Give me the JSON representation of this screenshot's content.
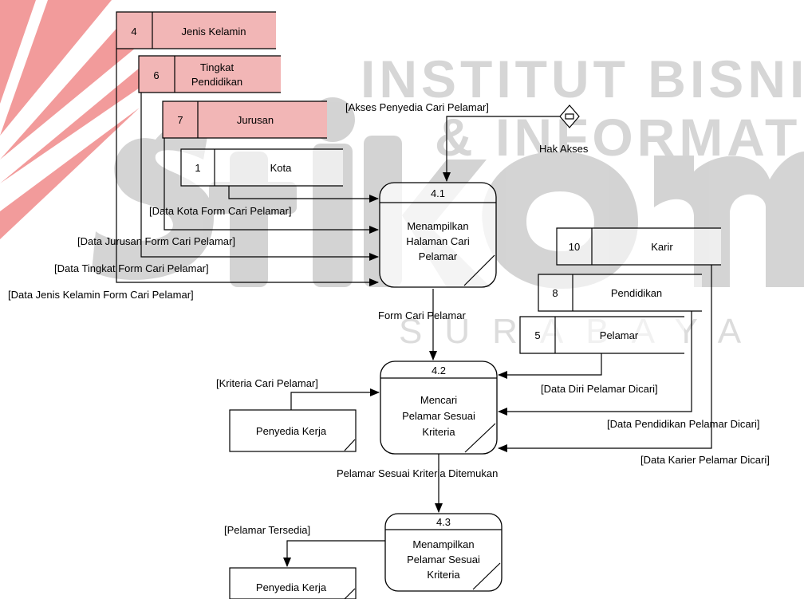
{
  "watermark": {
    "line1": "INSTITUT BISNIS",
    "line2": "& INFORMATIKA",
    "logo": "stikom",
    "city": "SURABAYA",
    "accent": "#f08a8a",
    "grey": "#c8c8c8"
  },
  "data_stores": [
    {
      "id": "4",
      "name": "Jenis Kelamin"
    },
    {
      "id": "6",
      "name_line1": "Tingkat",
      "name_line2": "Pendidikan"
    },
    {
      "id": "7",
      "name": "Jurusan"
    },
    {
      "id": "1",
      "name": "Kota"
    },
    {
      "id": "10",
      "name": "Karir"
    },
    {
      "id": "8",
      "name": "Pendidikan"
    },
    {
      "id": "5",
      "name": "Pelamar"
    }
  ],
  "processes": [
    {
      "number": "4.1",
      "line1": "Menampilkan",
      "line2": "Halaman Cari",
      "line3": "Pelamar"
    },
    {
      "number": "4.2",
      "line1": "Mencari",
      "line2": "Pelamar Sesuai",
      "line3": "Kriteria"
    },
    {
      "number": "4.3",
      "line1": "Menampilkan",
      "line2": "Pelamar Sesuai",
      "line3": "Kriteria"
    }
  ],
  "entities": [
    {
      "name": "Penyedia Kerja"
    },
    {
      "name": "Penyedia Kerja"
    }
  ],
  "access": {
    "label": "Hak Akses"
  },
  "flows": {
    "akses": "[Akses Penyedia Cari Pelamar]",
    "kota": "[Data Kota Form Cari Pelamar]",
    "jurusan": "[Data Jurusan Form Cari Pelamar]",
    "tingkat": "[Data Tingkat Form Cari Pelamar]",
    "jenis_kelamin": "[Data Jenis Kelamin Form Cari Pelamar]",
    "form": "Form Cari Pelamar",
    "kriteria": "[Kriteria Cari Pelamar]",
    "diri": "[Data Diri Pelamar Dicari]",
    "pendidikan": "[Data Pendidikan Pelamar Dicari]",
    "karier": "[Data Karier Pelamar Dicari]",
    "ditemukan": "Pelamar Sesuai Kriteria Ditemukan",
    "tersedia": "[Pelamar Tersedia]"
  }
}
